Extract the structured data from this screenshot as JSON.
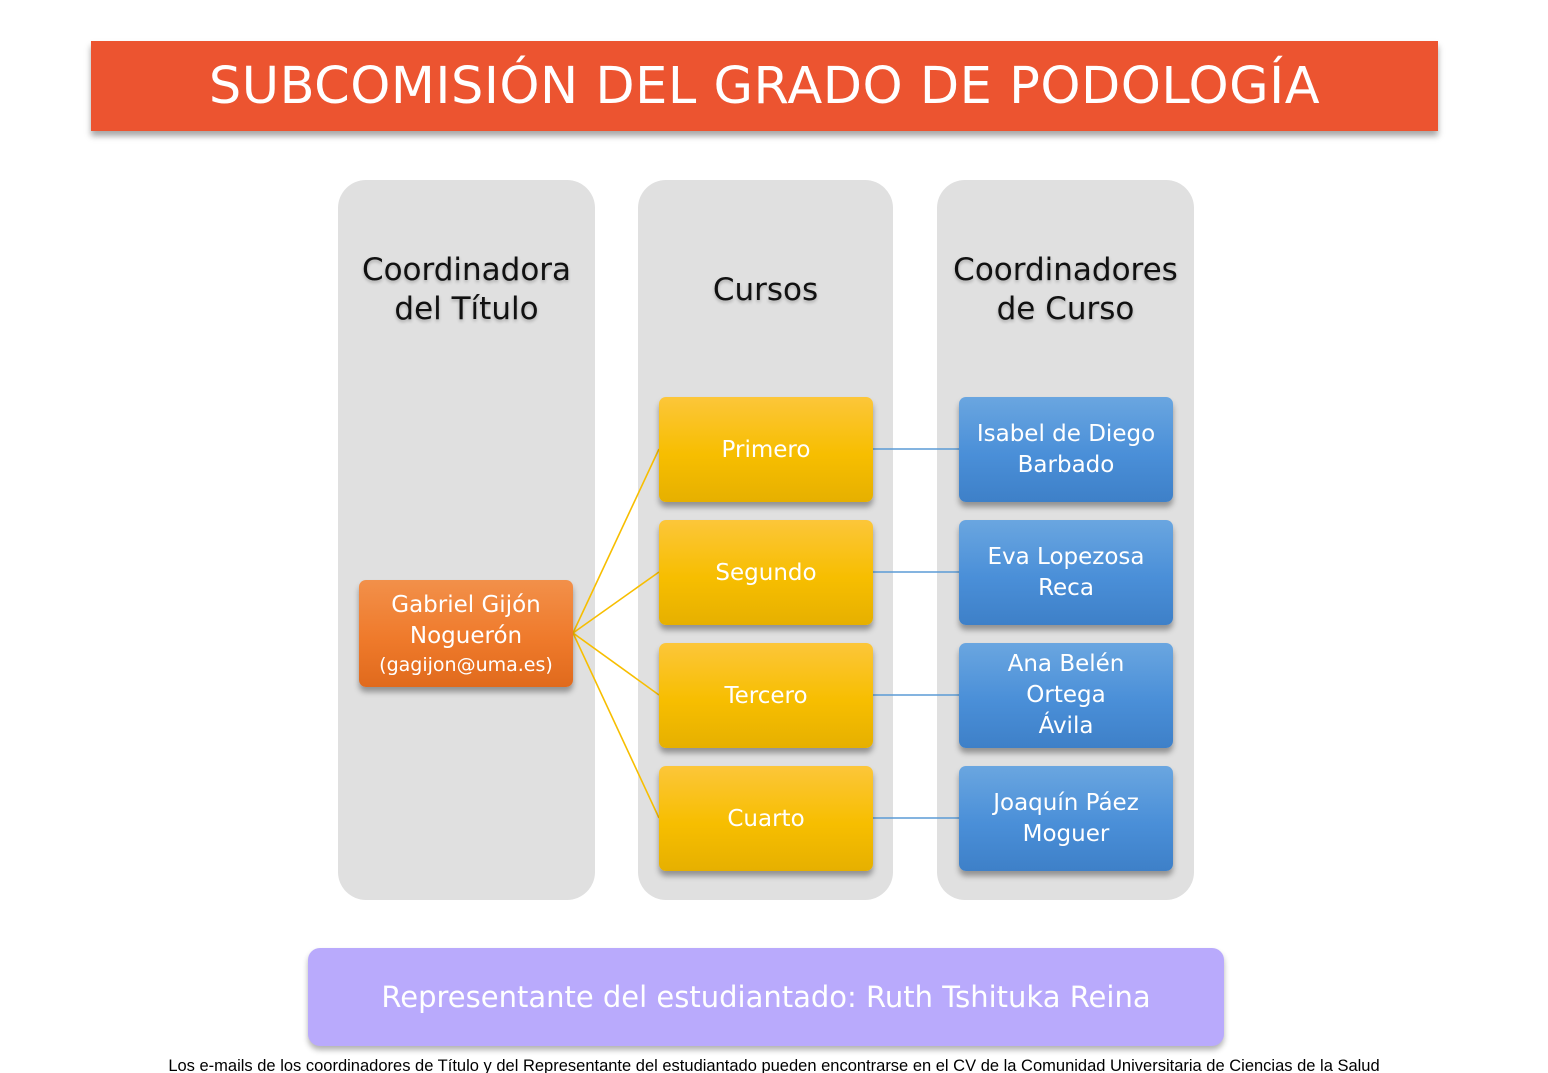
{
  "title": "SUBCOMISIÓN DEL GRADO DE PODOLOGÍA",
  "columns": {
    "title_coordinator": "Coordinadora\ndel Título",
    "courses": "Cursos",
    "course_coordinators": "Coordinadores\nde Curso"
  },
  "head": {
    "name_line1": "Gabriel Gijón",
    "name_line2": "Noguerón",
    "email": "(gagijon@uma.es)"
  },
  "courses": [
    "Primero",
    "Segundo",
    "Tercero",
    "Cuarto"
  ],
  "coordinators": [
    {
      "line1": "Isabel de Diego",
      "line2": "Barbado"
    },
    {
      "line1": "Eva Lopezosa",
      "line2": "Reca"
    },
    {
      "line1": "Ana Belén Ortega",
      "line2": "Ávila"
    },
    {
      "line1": "Joaquín Páez",
      "line2": "Moguer"
    }
  ],
  "student_rep": "Representante del estudiantado: Ruth Tshituka Reina",
  "footnote": "Los e-mails de los coordinadores de Título y del Representante del estudiantado pueden encontrarse en el CV de la Comunidad Universitaria de Ciencias de la Salud",
  "colors": {
    "banner": "#ec5430",
    "head_box": "#ef7a2b",
    "course_box": "#f7be00",
    "coordinator_box": "#4a8fd8",
    "student_rep": "#b9aafc",
    "course_connector": "#f7be00",
    "coordinator_connector": "#5b9bd5"
  }
}
